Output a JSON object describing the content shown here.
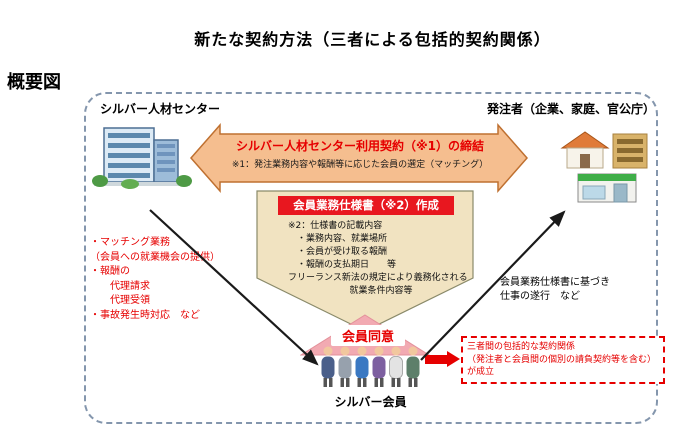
{
  "title": "新たな契約方法（三者による包括的契約関係）",
  "overview_label": "概要図",
  "actors": {
    "center_label": "シルバー人材センター",
    "orderer_label": "発注者（企業、家庭、官公庁）",
    "member_label": "シルバー会員"
  },
  "usage_contract": {
    "title": "シルバー人材センター利用契約（※1）の締結",
    "note": "※1：発注業務内容や報酬等に応じた会員の選定（マッチング）"
  },
  "spec_document": {
    "title": "会員業務仕様書（※2）作成",
    "lines": [
      "※2：仕様書の記載内容",
      "　・業務内容、就業場所",
      "　・会員が受け取る報酬",
      "　・報酬の支払期日　　等",
      "フリーランス新法の規定により義務化される",
      "就業条件内容等"
    ]
  },
  "consent_label": "会員同意",
  "center_tasks": {
    "lines": [
      "・マッチング業務",
      "（会員への就業機会の提供）",
      "・報酬の",
      "　　代理請求",
      "　　代理受領",
      "・事故発生時対応　など"
    ]
  },
  "member_tasks": {
    "lines": [
      "会員業務仕様書に基づき",
      "仕事の遂行　など"
    ]
  },
  "result_box": {
    "lines": [
      "三者間の包括的な契約関係",
      "（発注者と会員間の個別の請負契約等を含む）",
      "が成立"
    ]
  },
  "icons": {
    "center_building": "office-building-icon",
    "orderer_buildings": "house-and-shops-icon",
    "members": "people-group-icon",
    "matching_arrow": "double-headed-arrow-icon",
    "result_arrow": "thick-red-arrow-icon"
  },
  "colors": {
    "red": "#e60000",
    "spec_title_bg": "#e8171f",
    "arrow_fill": "#f5be8f",
    "arrow_stroke": "#bf7030",
    "pentagon_fill": "#f1e3c1",
    "consent_pink": "#f2aab2",
    "frame_dash": "#8496ad"
  }
}
